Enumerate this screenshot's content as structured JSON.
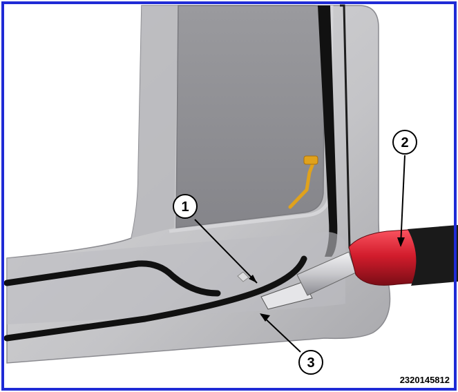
{
  "figure": {
    "id_label": "2320145812",
    "frame_color": "#1f2bd6"
  },
  "callouts": [
    {
      "number": "1"
    },
    {
      "number": "2"
    },
    {
      "number": "3"
    }
  ],
  "colors": {
    "door_panel": "#c7c7c9",
    "door_panel_shadow": "#9e9ea2",
    "glass": "#8d8d91",
    "seal": "#111111",
    "lock_rod": "#e0a21c",
    "tool_handle": "#d21c2c",
    "tool_handle_dark": "#1a1a1a",
    "tool_shaft": "#cfcfd3"
  }
}
